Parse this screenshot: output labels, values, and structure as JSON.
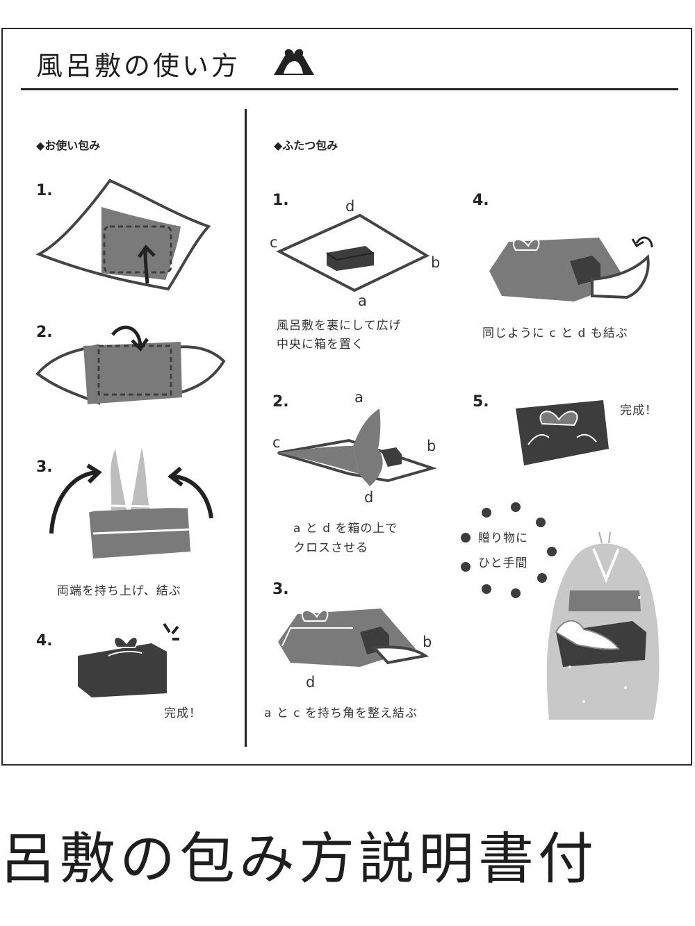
{
  "title": "風呂敷の使い方",
  "icons": {
    "title": "furoshiki-knot-icon"
  },
  "left": {
    "heading": "◆お使い包み",
    "steps": [
      "1.",
      "2.",
      "3.",
      "4."
    ],
    "caption3": "両端を持ち上げ、結ぶ",
    "caption4": "完成！"
  },
  "right": {
    "heading": "◆ふたつ包み",
    "steps": [
      "1.",
      "2.",
      "3.",
      "4.",
      "5."
    ],
    "s1": {
      "labels": {
        "a": "a",
        "b": "b",
        "c": "c",
        "d": "d"
      },
      "caption": [
        "風呂敷を裏にして広げ",
        "中央に箱を置く"
      ]
    },
    "s2": {
      "labels": {
        "a": "a",
        "b": "b",
        "c": "c",
        "d": "d"
      },
      "caption": [
        "a と d を箱の上で",
        "クロスさせる"
      ]
    },
    "s3": {
      "labels": {
        "b": "b",
        "d": "d"
      },
      "caption": "a と c を持ち角を整え結ぶ"
    },
    "s4": {
      "caption": "同じように c と d も結ぶ"
    },
    "s5": {
      "caption": "完成！"
    },
    "gift": [
      "贈り物に",
      "ひと手間"
    ]
  },
  "banner": "呂敷の包み方説明書付",
  "colors": {
    "fabric": "#7a7a7a",
    "dark": "#3d3d3d",
    "light": "#c8c8c8",
    "line": "#2b2b2b"
  }
}
